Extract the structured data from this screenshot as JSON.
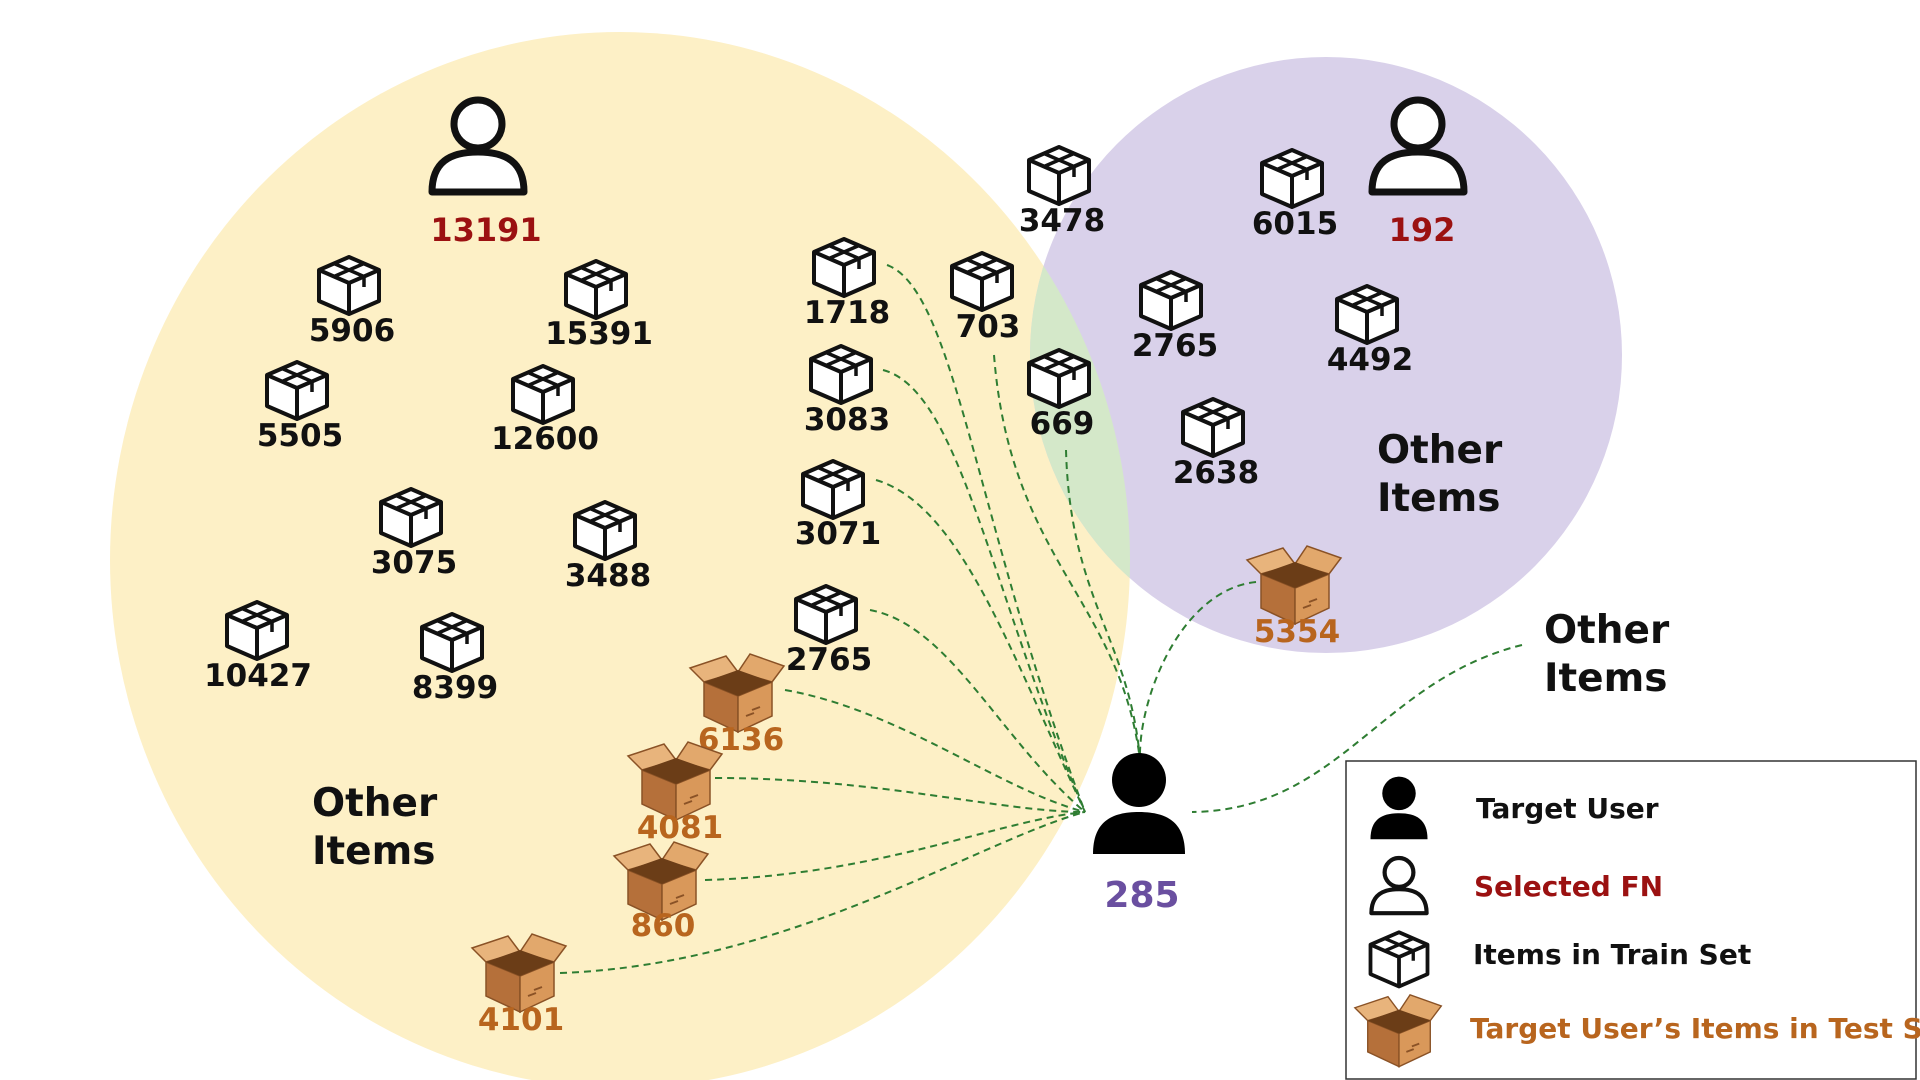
{
  "colors": {
    "yellow_region": "#fdf0c6",
    "purple_region": "#d9d1ea",
    "overlap_region": "#d4e8c9",
    "link": "#2e7d32",
    "fn_label": "#9b1111",
    "target_label": "#6a4fa0",
    "test_label": "#b8651e",
    "box_brown": "#c98a4b"
  },
  "labels": {
    "left_other": [
      "Other",
      "Items"
    ],
    "right_other": [
      "Other",
      "Items"
    ],
    "outer_other": [
      "Other",
      "Items"
    ]
  },
  "users": {
    "fn_left": "13191",
    "fn_right": "192",
    "target": "285"
  },
  "train_items": {
    "i5906": "5906",
    "i15391": "15391",
    "i5505": "5505",
    "i12600": "12600",
    "i3075": "3075",
    "i3488": "3488",
    "i10427": "10427",
    "i8399": "8399",
    "i1718": "1718",
    "i3083": "3083",
    "i3071": "3071",
    "i2765a": "2765",
    "i703": "703",
    "i669": "669",
    "i3478": "3478",
    "i6015": "6015",
    "i2765b": "2765",
    "i4492": "4492",
    "i2638": "2638"
  },
  "test_items": {
    "t6136": "6136",
    "t4081": "4081",
    "t860": "860",
    "t4101": "4101",
    "t5354": "5354"
  },
  "legend": {
    "target_user": "Target User",
    "selected_fn": "Selected FN",
    "train_items": "Items in Train Set",
    "test_items": "Target User’s Items in Test Set"
  }
}
